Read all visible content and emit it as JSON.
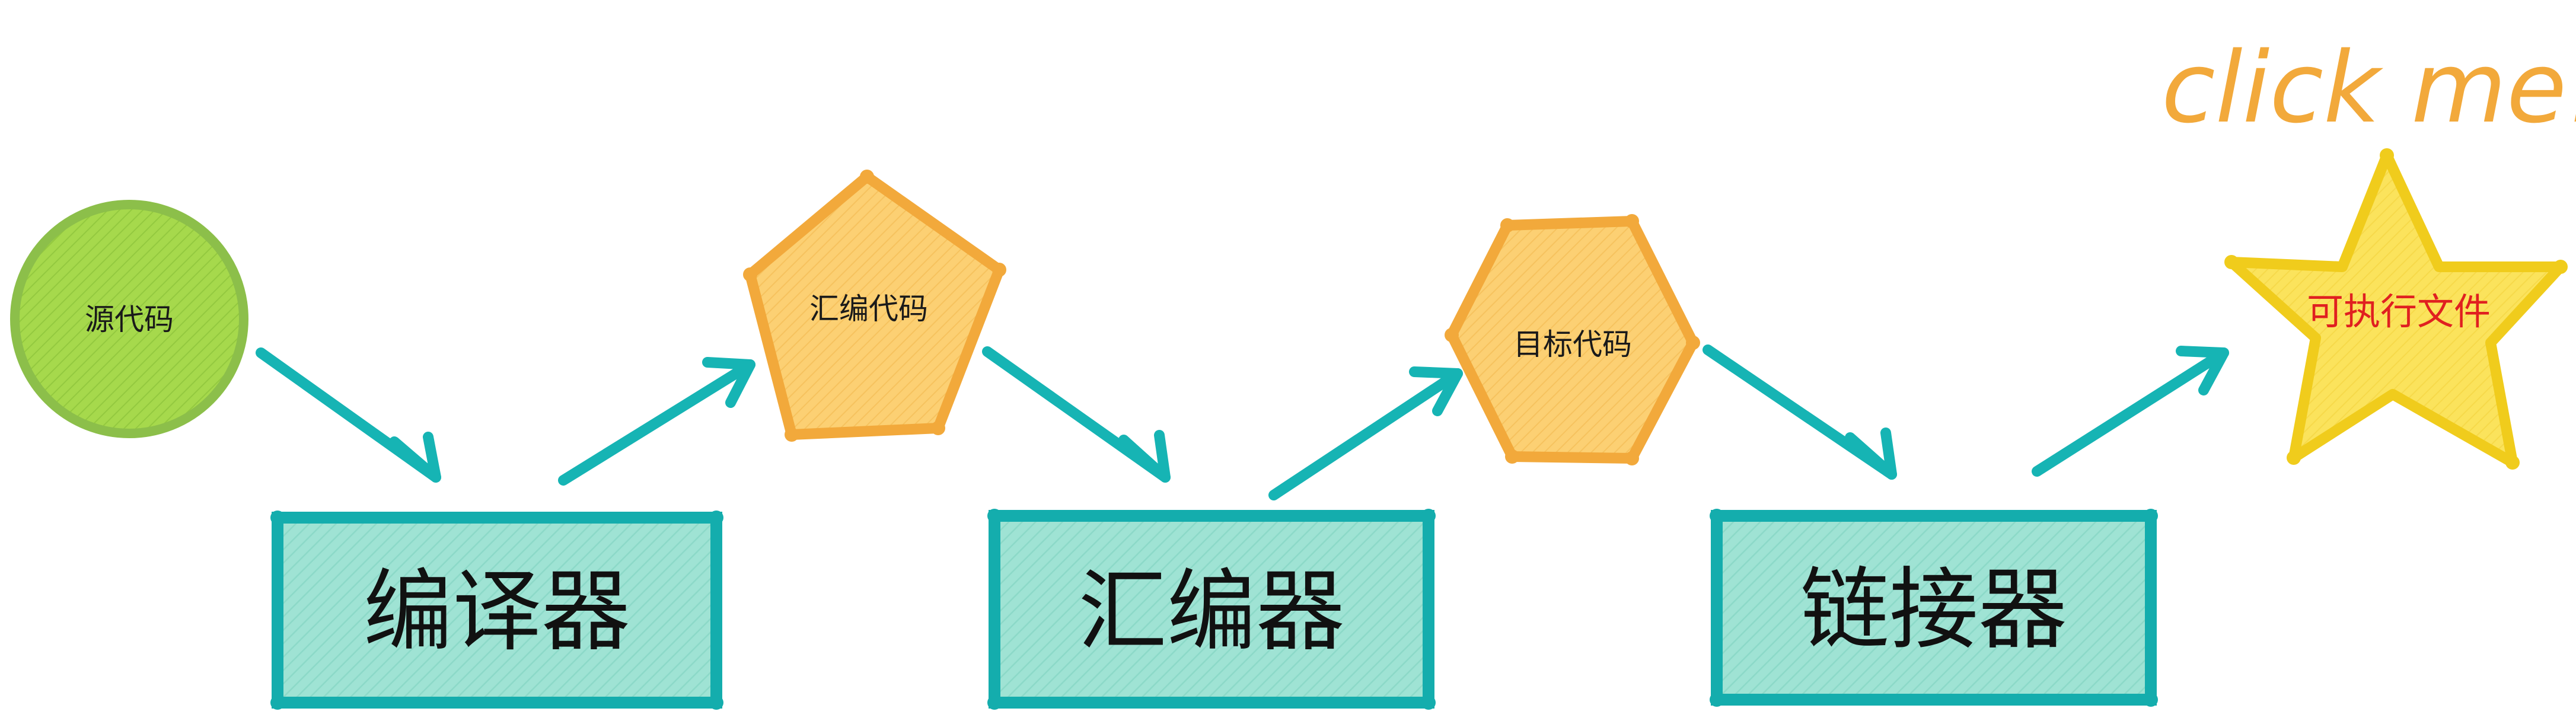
{
  "diagram": {
    "nodes": {
      "source_code": {
        "label": "源代码",
        "shape": "circle",
        "fill": "#a6d94c",
        "stroke": "#8cbf4a"
      },
      "assembly_code": {
        "label": "汇编代码",
        "shape": "pentagon",
        "fill": "#fcd073",
        "stroke": "#f2a93b"
      },
      "object_code": {
        "label": "目标代码",
        "shape": "hexagon",
        "fill": "#fcd073",
        "stroke": "#f2a93b"
      },
      "executable": {
        "label": "可执行文件",
        "shape": "star",
        "fill": "#fbe35c",
        "stroke": "#f0cc1c",
        "text_color": "#e02020"
      }
    },
    "processes": {
      "compiler": {
        "label": "编译器",
        "fill": "#9fe3d4",
        "stroke": "#14adad"
      },
      "assembler": {
        "label": "汇编器",
        "fill": "#9fe3d4",
        "stroke": "#14adad"
      },
      "linker": {
        "label": "链接器",
        "fill": "#9fe3d4",
        "stroke": "#14adad"
      }
    },
    "hint": {
      "label": "click me!",
      "color": "#f2a93b"
    },
    "arrow_color": "#16b4b4"
  }
}
